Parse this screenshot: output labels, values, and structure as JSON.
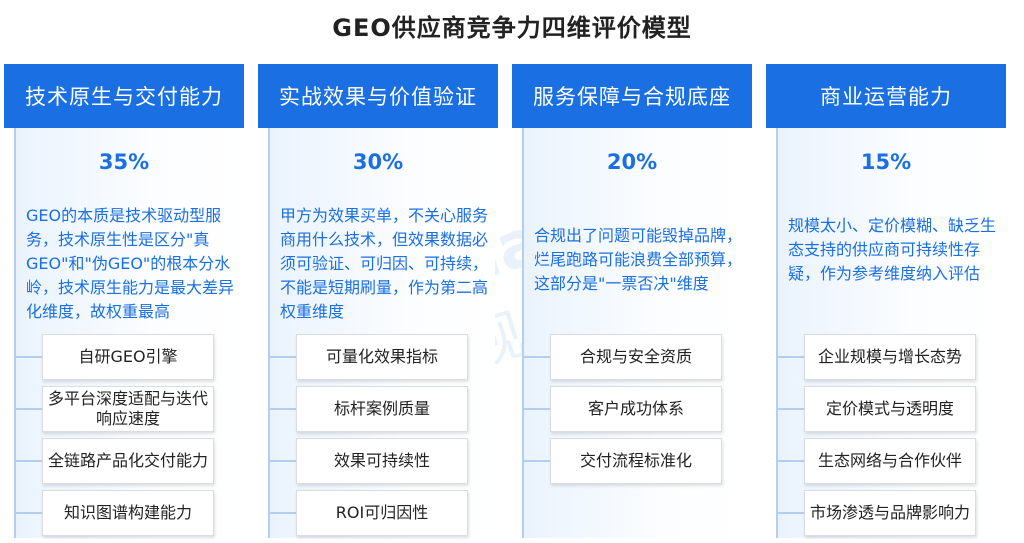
{
  "title": "GEO供应商竞争力四维评价模型",
  "watermark": {
    "en": "Analysys",
    "cn": "易观分析"
  },
  "columns": [
    {
      "header": "技术原生与交付能力",
      "weight": "35%",
      "description": "GEO的本质是技术驱动型服务，技术原生性是区分\"真GEO\"和\"伪GEO\"的根本分水岭，技术原生能力是最大差异化维度，故权重最高",
      "items": [
        "自研GEO引擎",
        "多平台深度适配与迭代响应速度",
        "全链路产品化交付能力",
        "知识图谱构建能力"
      ]
    },
    {
      "header": "实战效果与价值验证",
      "weight": "30%",
      "description": "甲方为效果买单，不关心服务商用什么技术，但效果数据必须可验证、可归因、可持续，不能是短期刷量，作为第二高权重维度",
      "items": [
        "可量化效果指标",
        "标杆案例质量",
        "效果可持续性",
        "ROI可归因性"
      ]
    },
    {
      "header": "服务保障与合规底座",
      "weight": "20%",
      "description": "合规出了问题可能毁掉品牌，烂尾跑路可能浪费全部预算，这部分是\"一票否决\"维度",
      "items": [
        "合规与安全资质",
        "客户成功体系",
        "交付流程标准化"
      ]
    },
    {
      "header": "商业运营能力",
      "weight": "15%",
      "description": "规模太小、定价模糊、缺乏生态支持的供应商可持续性存疑，作为参考维度纳入评估",
      "items": [
        "企业规模与增长态势",
        "定价模式与透明度",
        "生态网络与合作伙伴",
        "市场渗透与品牌影响力"
      ]
    }
  ],
  "colors": {
    "accent": "#1a6fe3",
    "line": "#b3cff0",
    "body_bg": "#eaf3fd"
  }
}
